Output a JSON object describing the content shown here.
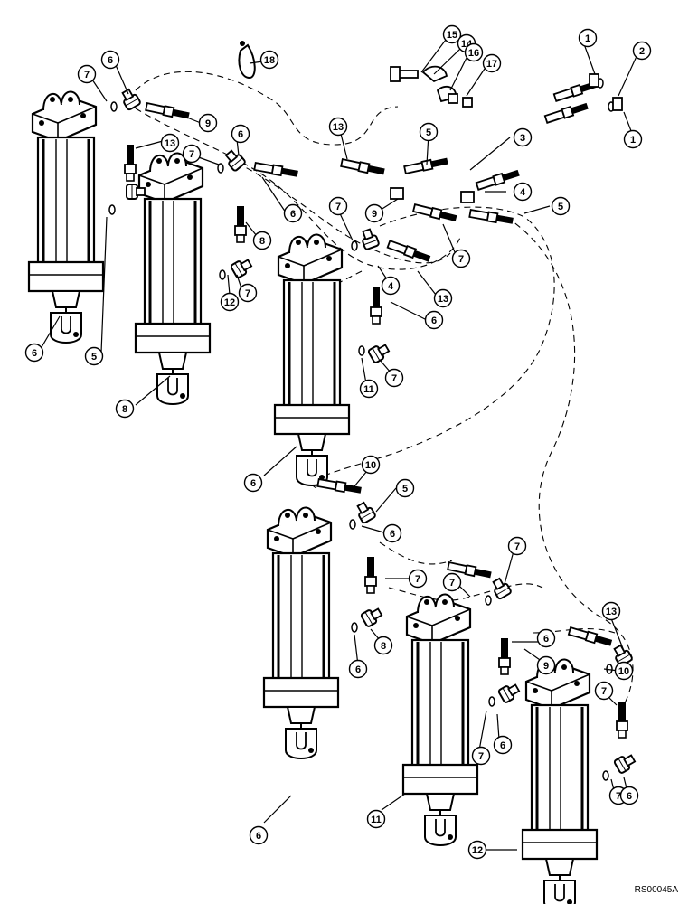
{
  "figure": {
    "reference_code": "RS00045A"
  },
  "callouts": [
    {
      "id": "c01",
      "label": "7"
    },
    {
      "id": "c02",
      "label": "6"
    },
    {
      "id": "c03",
      "label": "18"
    },
    {
      "id": "c04",
      "label": "15"
    },
    {
      "id": "c05",
      "label": "14"
    },
    {
      "id": "c06",
      "label": "16"
    },
    {
      "id": "c07",
      "label": "17"
    },
    {
      "id": "c08",
      "label": "1"
    },
    {
      "id": "c09",
      "label": "2"
    },
    {
      "id": "c10",
      "label": "1"
    },
    {
      "id": "c11",
      "label": "9"
    },
    {
      "id": "c12",
      "label": "13"
    },
    {
      "id": "c13",
      "label": "6"
    },
    {
      "id": "c14",
      "label": "7"
    },
    {
      "id": "c15",
      "label": "13"
    },
    {
      "id": "c16",
      "label": "5"
    },
    {
      "id": "c17",
      "label": "3"
    },
    {
      "id": "c18",
      "label": "4"
    },
    {
      "id": "c19",
      "label": "5"
    },
    {
      "id": "c20",
      "label": "7"
    },
    {
      "id": "c21",
      "label": "6"
    },
    {
      "id": "c22",
      "label": "8"
    },
    {
      "id": "c23",
      "label": "9"
    },
    {
      "id": "c24",
      "label": "7"
    },
    {
      "id": "c25",
      "label": "4"
    },
    {
      "id": "c26",
      "label": "13"
    },
    {
      "id": "c27",
      "label": "6"
    },
    {
      "id": "c28",
      "label": "5"
    },
    {
      "id": "c29",
      "label": "12"
    },
    {
      "id": "c30",
      "label": "7"
    },
    {
      "id": "c31",
      "label": "6"
    },
    {
      "id": "c32",
      "label": "8"
    },
    {
      "id": "c33",
      "label": "11"
    },
    {
      "id": "c34",
      "label": "7"
    },
    {
      "id": "c35",
      "label": "6"
    },
    {
      "id": "c36",
      "label": "10"
    },
    {
      "id": "c37",
      "label": "5"
    },
    {
      "id": "c38",
      "label": "6"
    },
    {
      "id": "c39",
      "label": "7"
    },
    {
      "id": "c40",
      "label": "8"
    },
    {
      "id": "c41",
      "label": "6"
    },
    {
      "id": "c42",
      "label": "7"
    },
    {
      "id": "c43",
      "label": "7"
    },
    {
      "id": "c44",
      "label": "6"
    },
    {
      "id": "c45",
      "label": "9"
    },
    {
      "id": "c46",
      "label": "6"
    },
    {
      "id": "c47",
      "label": "7"
    },
    {
      "id": "c48",
      "label": "13"
    },
    {
      "id": "c49",
      "label": "10"
    },
    {
      "id": "c50",
      "label": "7"
    },
    {
      "id": "c51",
      "label": "6"
    },
    {
      "id": "c52",
      "label": "11"
    },
    {
      "id": "c53",
      "label": "7"
    },
    {
      "id": "c54",
      "label": "6"
    },
    {
      "id": "c55",
      "label": "12"
    }
  ]
}
